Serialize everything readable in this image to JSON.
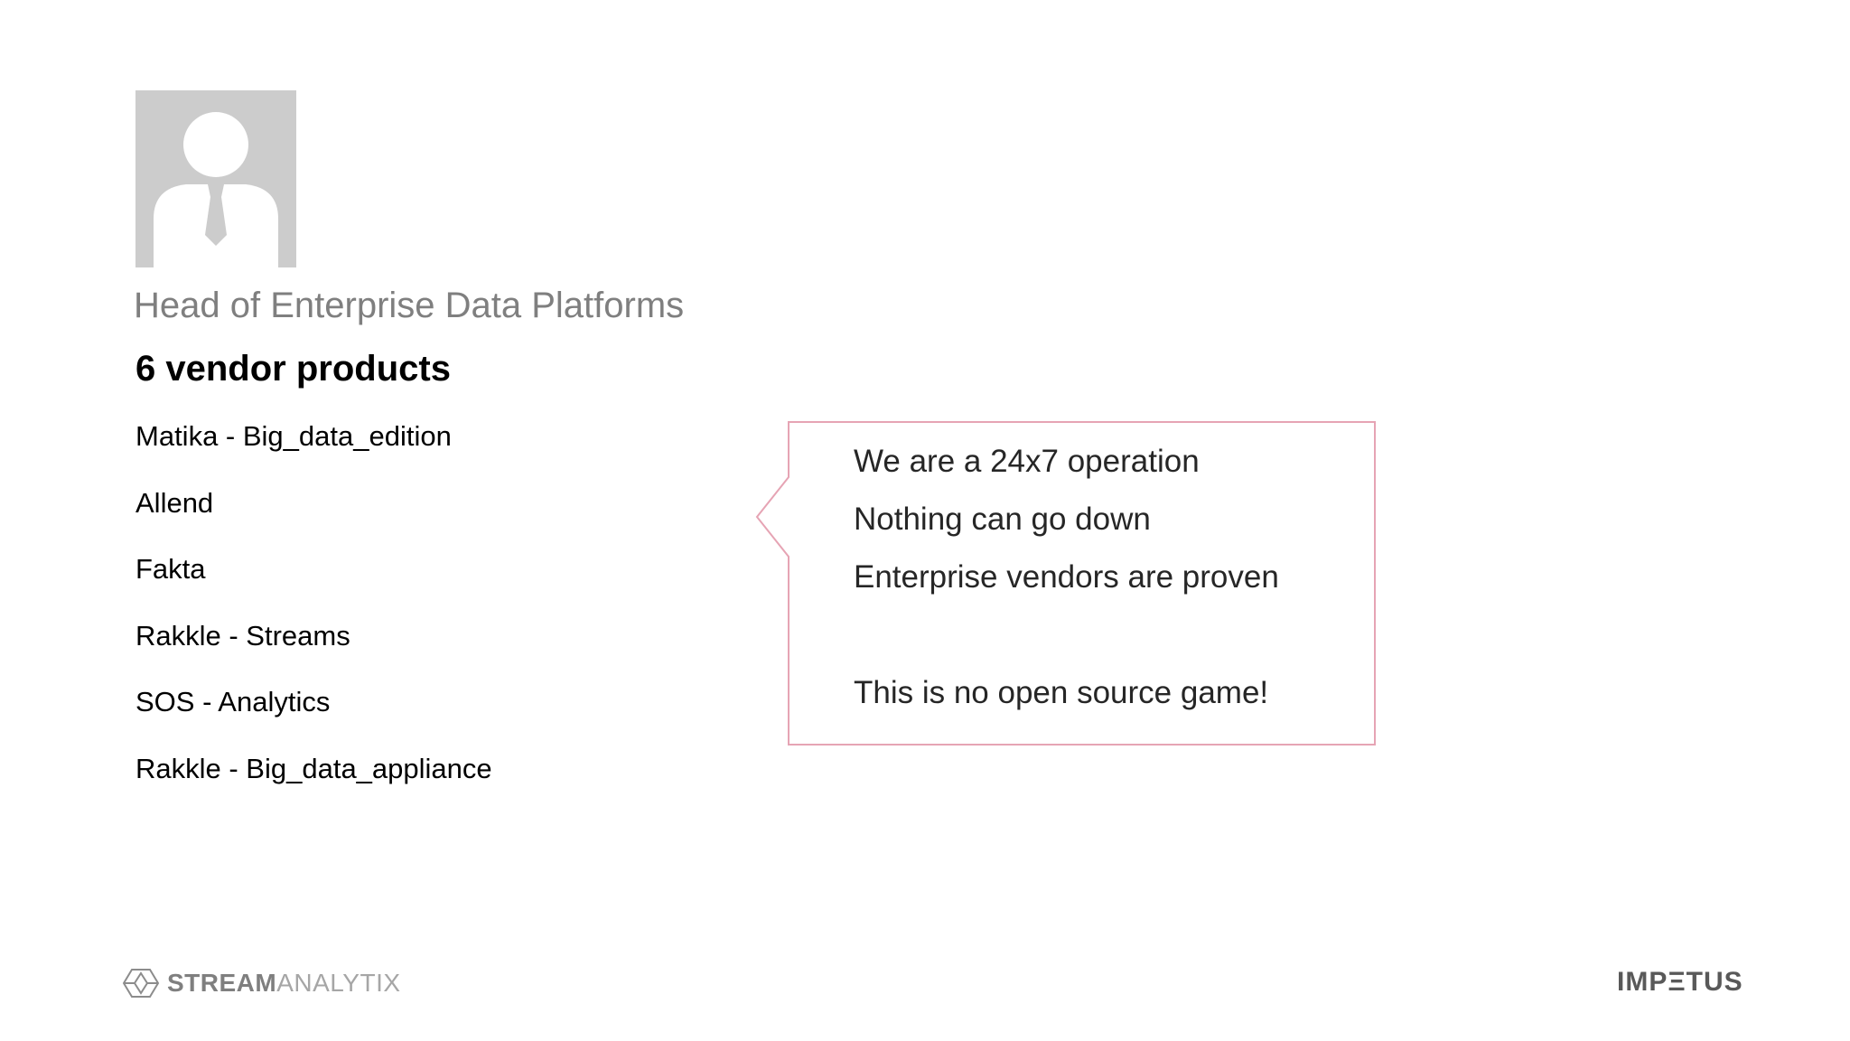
{
  "persona": {
    "avatar_icon": "person-silhouette-icon",
    "role_title": "Head of Enterprise Data Platforms"
  },
  "vendors": {
    "heading": "6 vendor products",
    "items": [
      "Matika - Big_data_edition",
      "Allend",
      "Fakta",
      "Rakkle - Streams",
      "SOS - Analytics",
      "Rakkle - Big_data_appliance"
    ]
  },
  "callout": {
    "border_color": "#e6a4b4",
    "lines": [
      "We are a 24x7 operation",
      "Nothing can go down",
      "Enterprise vendors are proven",
      "This is no open source game!"
    ]
  },
  "footer": {
    "left_logo_icon": "streamanalytix-logo-icon",
    "left_brand_part1": "STREAM",
    "left_brand_part2": "ANALYTIX",
    "right_brand": "IMPΞTUS"
  }
}
